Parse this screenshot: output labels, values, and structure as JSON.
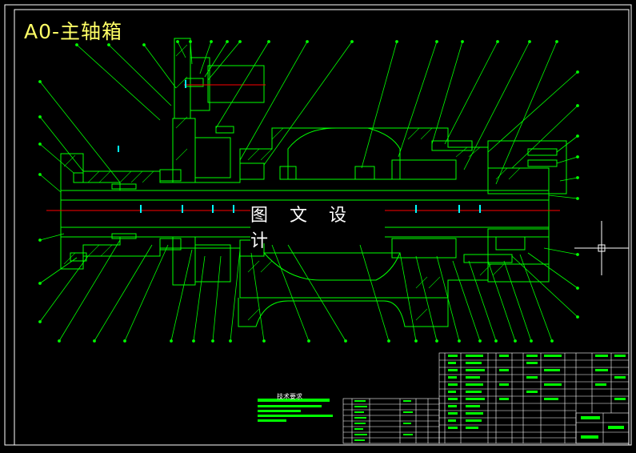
{
  "drawing": {
    "title": "A0-主轴箱",
    "watermark": "图 文 设 计",
    "notes_heading": "技术要求"
  },
  "colors": {
    "background": "#000000",
    "outline": "#00ff00",
    "leader": "#00ff00",
    "frame": "#ffffff",
    "centerline": "#ff0000",
    "title_text": "#ffff66",
    "dimension": "#00ffff"
  },
  "icons": {
    "cursor": "crosshair-icon"
  }
}
